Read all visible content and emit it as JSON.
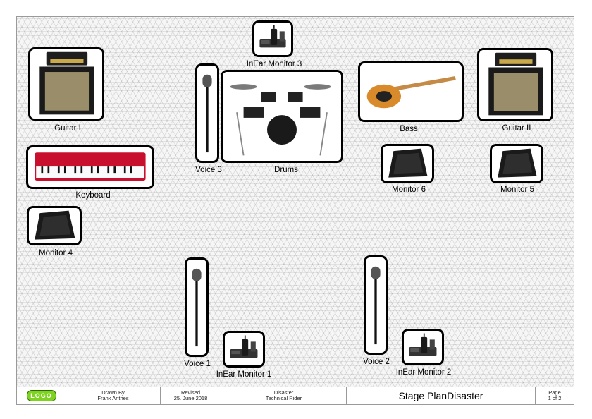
{
  "stage": {
    "items": {
      "inear3": "InEar Monitor 3",
      "guitar1": "Guitar I",
      "voice3": "Voice 3",
      "drums": "Drums",
      "bass": "Bass",
      "guitar2": "Guitar II",
      "keyboard": "Keyboard",
      "monitor6": "Monitor 6",
      "monitor5": "Monitor 5",
      "monitor4": "Monitor 4",
      "voice1": "Voice 1",
      "inear1": "InEar Monitor 1",
      "voice2": "Voice 2",
      "inear2": "InEar Monitor 2"
    }
  },
  "footer": {
    "logo": "LOGO",
    "drawn_by_label": "Drawn By",
    "drawn_by_name": "Frank Anthes",
    "revised_label": "Revised",
    "revised_date": "25. June 2018",
    "project": "Disaster",
    "project_sub": "Technical Rider",
    "title": "Stage PlanDisaster",
    "page_label": "Page",
    "page_value": "1 of 2"
  },
  "colors": {
    "logo_green": "#7ed321",
    "keyboard_red": "#c8102e",
    "bass_body": "#d98a2b"
  }
}
